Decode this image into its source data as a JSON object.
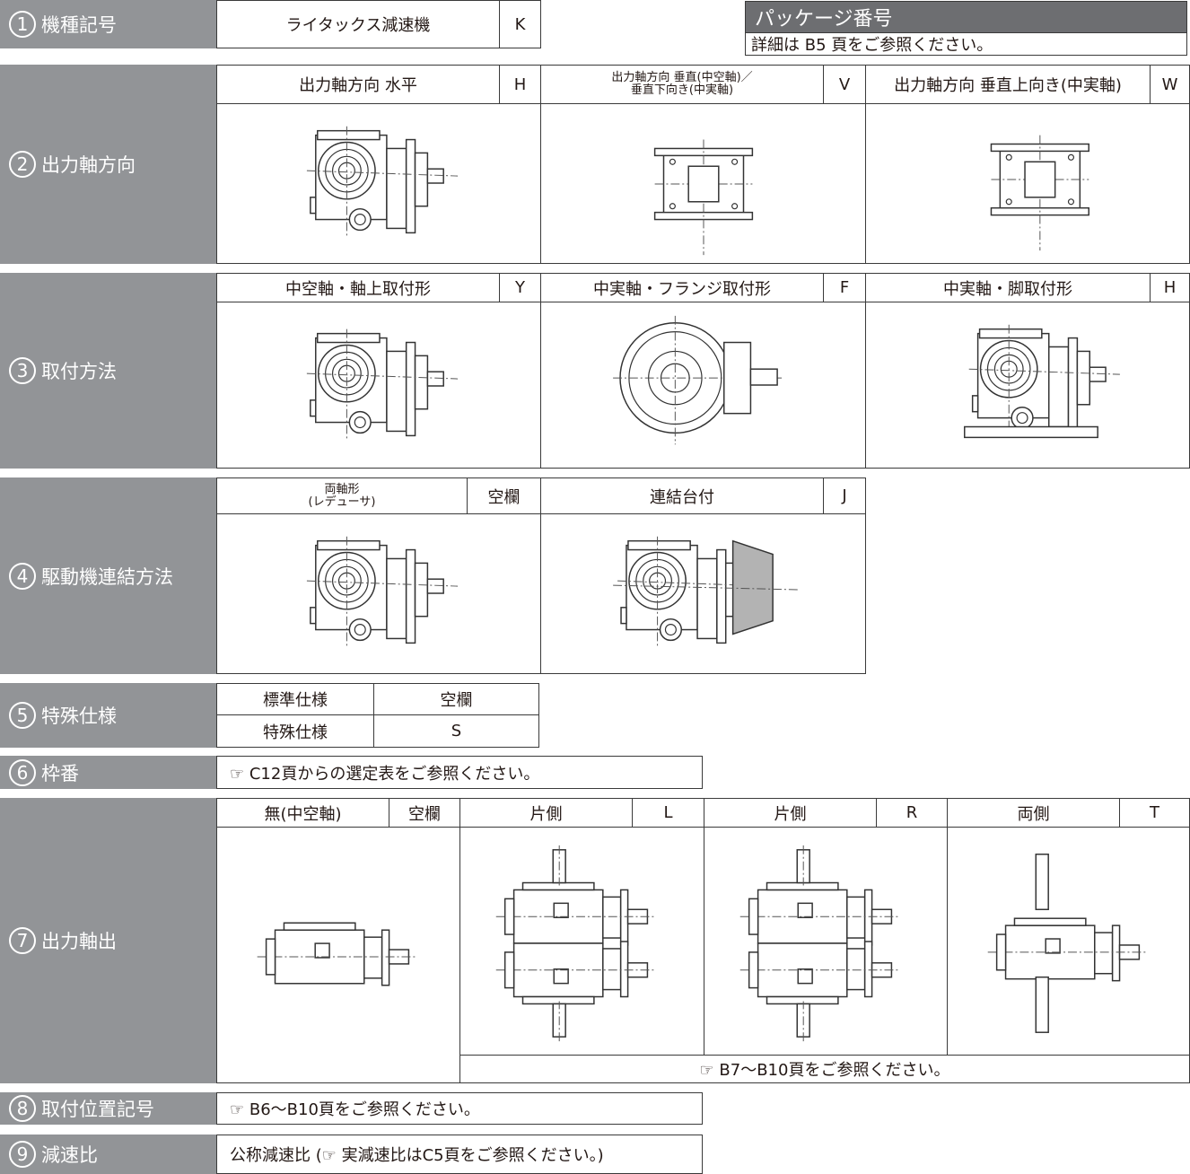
{
  "row1": {
    "num": "1",
    "label": "機種記号",
    "name": "ライタックス減速機",
    "code": "K"
  },
  "package": {
    "title": "パッケージ番号",
    "note": "詳細は B5 頁をご参照ください。"
  },
  "row2": {
    "num": "2",
    "label": "出力軸方向",
    "options": [
      {
        "name": "出力軸方向 水平",
        "code": "H"
      },
      {
        "name_line1": "出力軸方向 垂直(中空軸)／",
        "name_line2": "垂直下向き(中実軸)",
        "code": "V"
      },
      {
        "name": "出力軸方向 垂直上向き(中実軸)",
        "code": "W"
      }
    ]
  },
  "row3": {
    "num": "3",
    "label": "取付方法",
    "options": [
      {
        "name": "中空軸・軸上取付形",
        "code": "Y"
      },
      {
        "name": "中実軸・フランジ取付形",
        "code": "F"
      },
      {
        "name": "中実軸・脚取付形",
        "code": "H"
      }
    ]
  },
  "row4": {
    "num": "4",
    "label": "駆動機連結方法",
    "options": [
      {
        "name_line1": "両軸形",
        "name_line2": "(レデューサ)",
        "code": "空欄"
      },
      {
        "name": "連結台付",
        "code": "J"
      }
    ]
  },
  "row5": {
    "num": "5",
    "label": "特殊仕様",
    "options": [
      {
        "name": "標準仕様",
        "code": "空欄"
      },
      {
        "name": "特殊仕様",
        "code": "S"
      }
    ]
  },
  "row6": {
    "num": "6",
    "label": "枠番",
    "note": "☞ C12頁からの選定表をご参照ください。"
  },
  "row7": {
    "num": "7",
    "label": "出力軸出",
    "options": [
      {
        "name": "無(中空軸)",
        "code": "空欄"
      },
      {
        "name": "片側",
        "code": "L"
      },
      {
        "name": "片側",
        "code": "R"
      },
      {
        "name": "両側",
        "code": "T"
      }
    ],
    "note": "☞ B7〜B10頁をご参照ください。"
  },
  "row8": {
    "num": "8",
    "label": "取付位置記号",
    "note": "☞ B6〜B10頁をご参照ください。"
  },
  "row9": {
    "num": "9",
    "label": "減速比",
    "note": "公称減速比 (☞ 実減速比はC5頁をご参照ください。)"
  },
  "icons": [
    "gear-reducer-drawing"
  ]
}
